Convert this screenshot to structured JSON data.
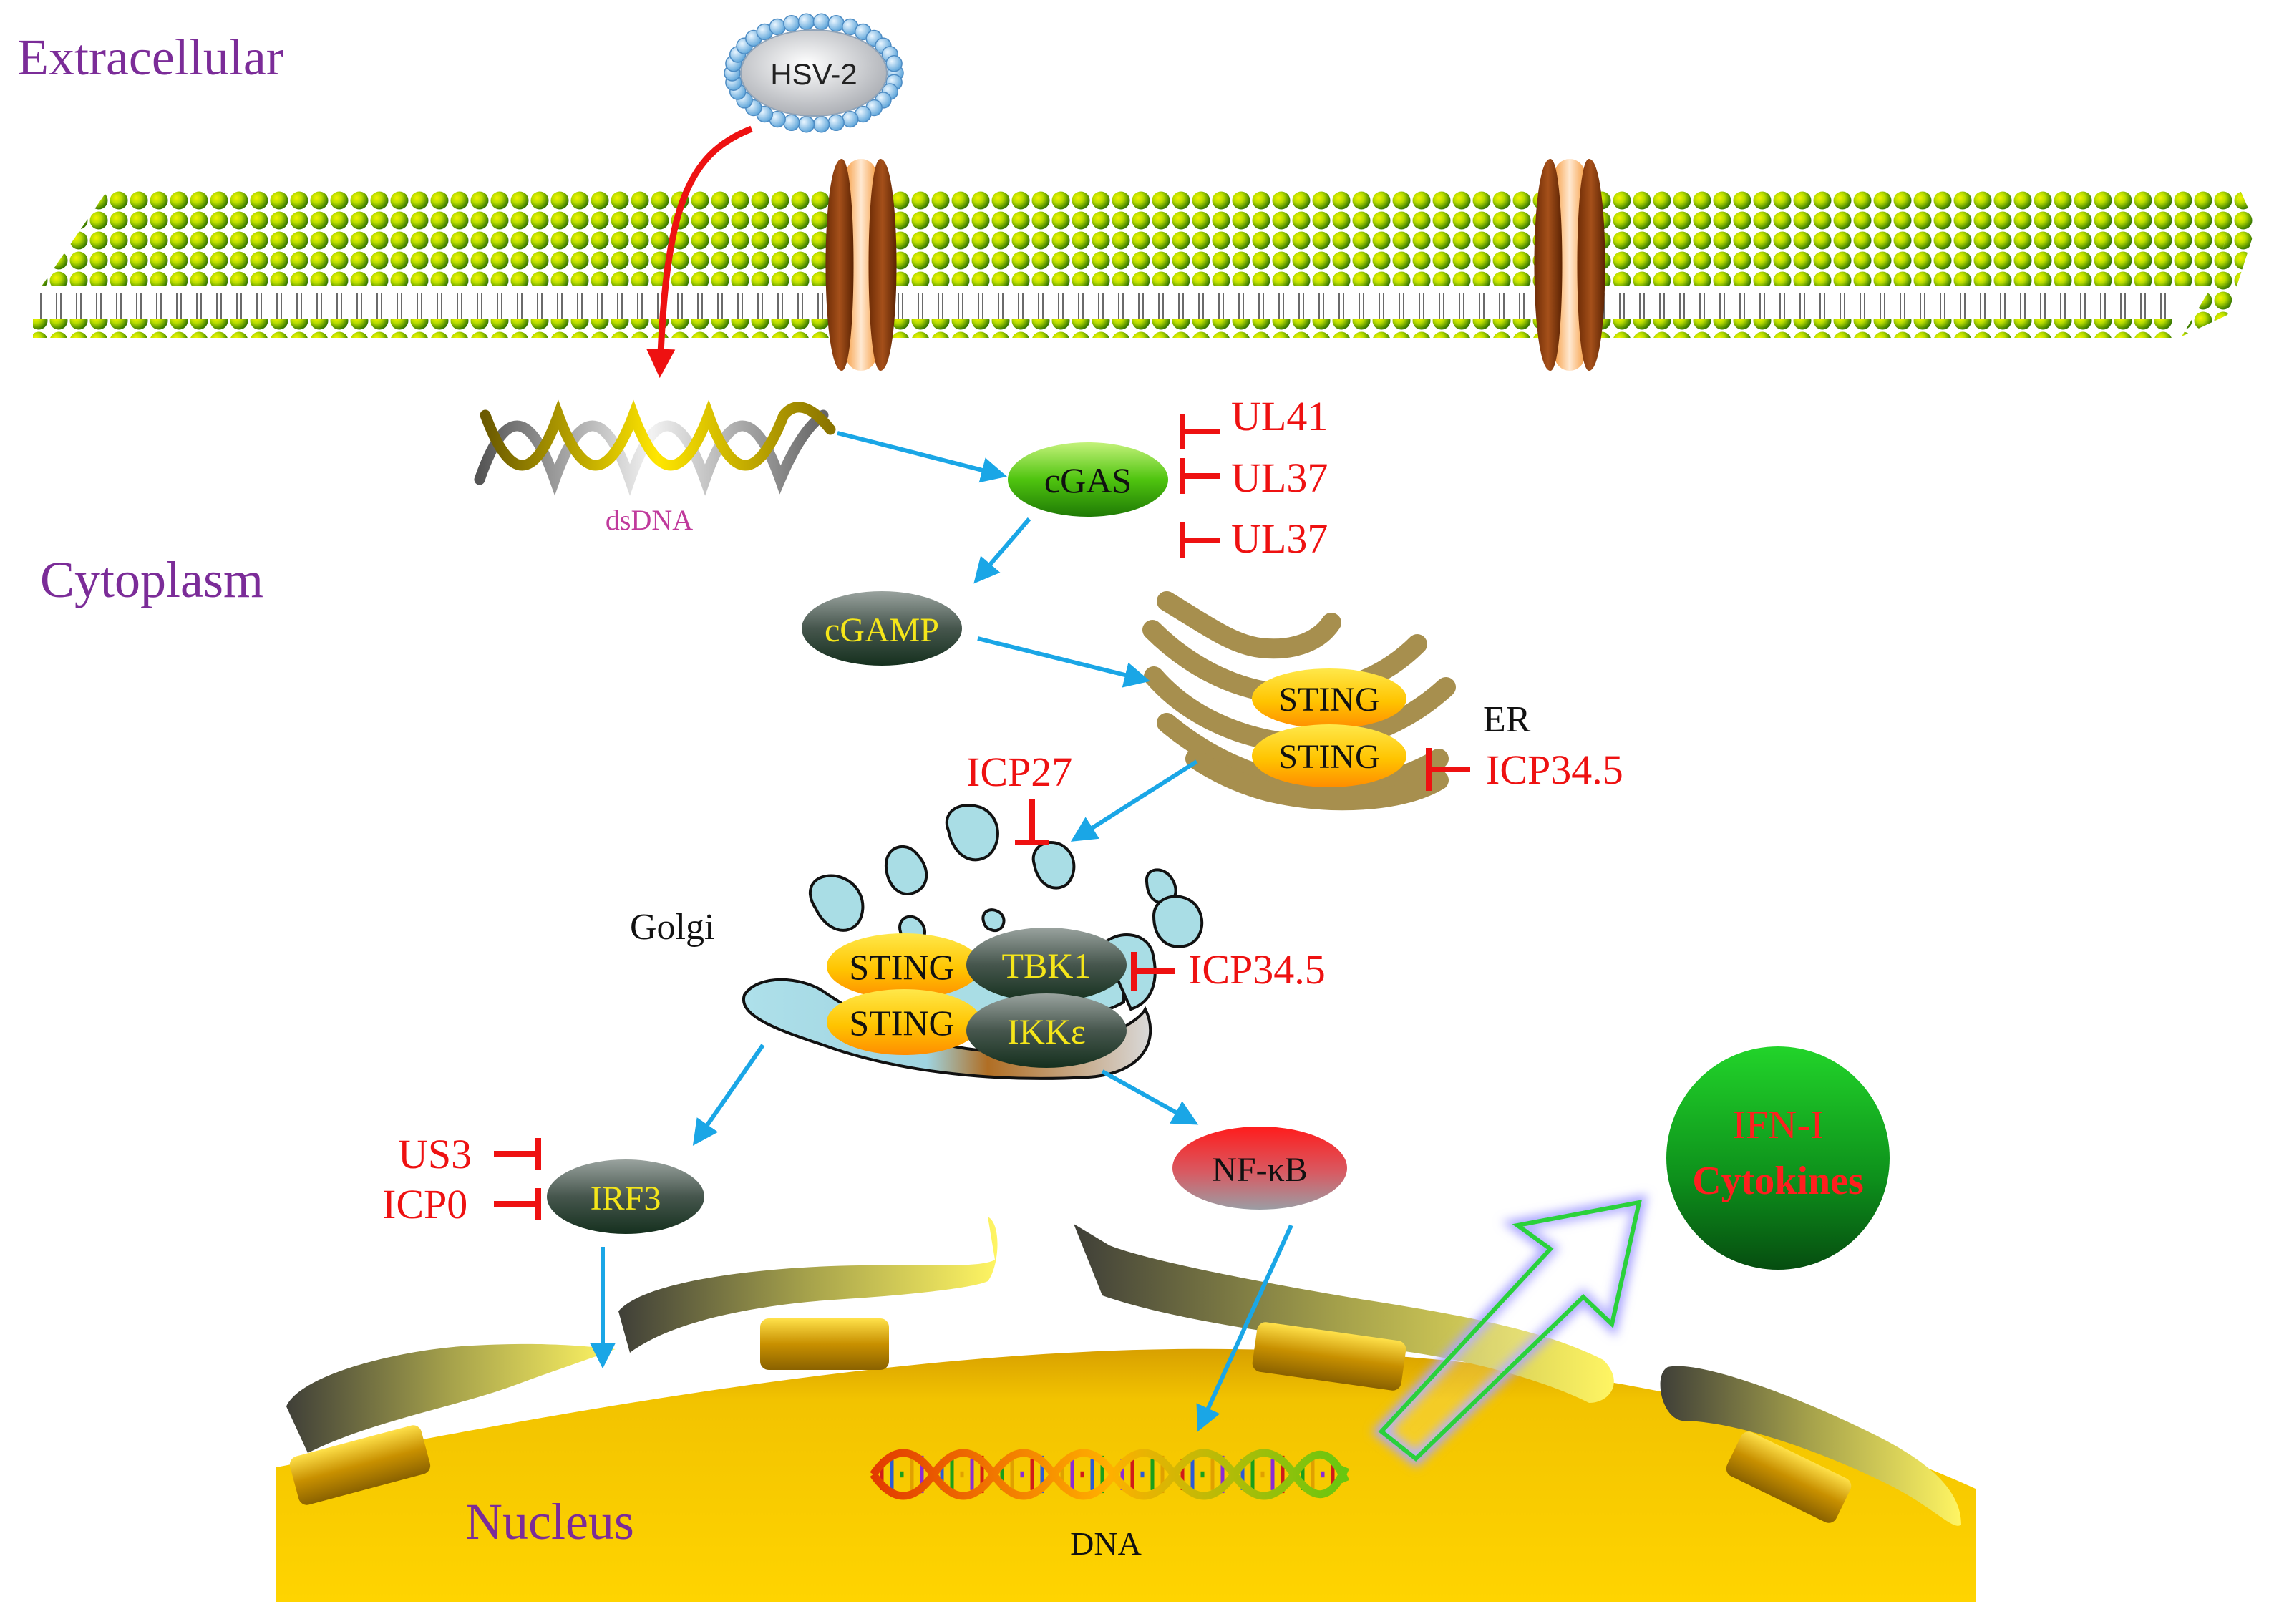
{
  "regions": {
    "extracellular": "Extracellular",
    "cytoplasm": "Cytoplasm",
    "nucleus": "Nucleus"
  },
  "virus": {
    "label": "HSV-2"
  },
  "dsdna": {
    "label": "dsDNA"
  },
  "nodes": {
    "cgas": "cGAS",
    "cgamp": "cGAMP",
    "sting": "STING",
    "er": "ER",
    "golgi": "Golgi",
    "tbk1": "TBK1",
    "ikke": "IKKε",
    "irf3": "IRF3",
    "nfkb": "NF-κB",
    "dna": "DNA"
  },
  "output": {
    "line1": "IFN-I",
    "line2": "Cytokines"
  },
  "inhibitors": {
    "cgas_1": "UL41",
    "cgas_2": "UL37",
    "cgas_3": "UL37",
    "icp27": "ICP27",
    "er_icp345": "ICP34.5",
    "tbk1_icp345": "ICP34.5",
    "us3": "US3",
    "icp0": "ICP0"
  },
  "colors": {
    "inhibitor": "#ee1111",
    "arrow": "#1aa6e6",
    "region_label": "#7b2c98",
    "dsdna_label": "#c03a9c",
    "node_text_on_dark": "#f5e61a",
    "lipid_head": "#9acd00",
    "nucleus": "#f2c300"
  }
}
